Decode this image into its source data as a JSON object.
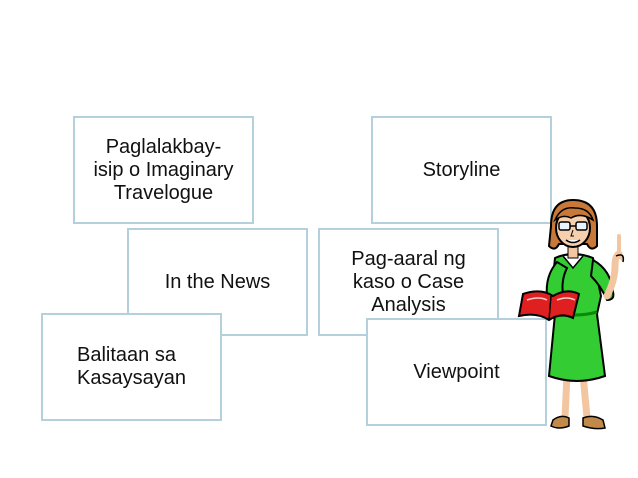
{
  "cards": {
    "travelogue": "Paglalakbay-\nisip o Imaginary\nTravelogue",
    "storyline": "Storyline",
    "news": "In the News",
    "case_analysis": "Pag-aaral ng\nkaso o Case\nAnalysis",
    "balitaan": "Balitaan sa\nKasaysayan",
    "viewpoint": "Viewpoint"
  },
  "colors": {
    "card_border": "#b3d0dc",
    "dress": "#33cc33",
    "book": "#e02020",
    "hair": "#c87838"
  },
  "illustration": "teacher-holding-book-clipart"
}
